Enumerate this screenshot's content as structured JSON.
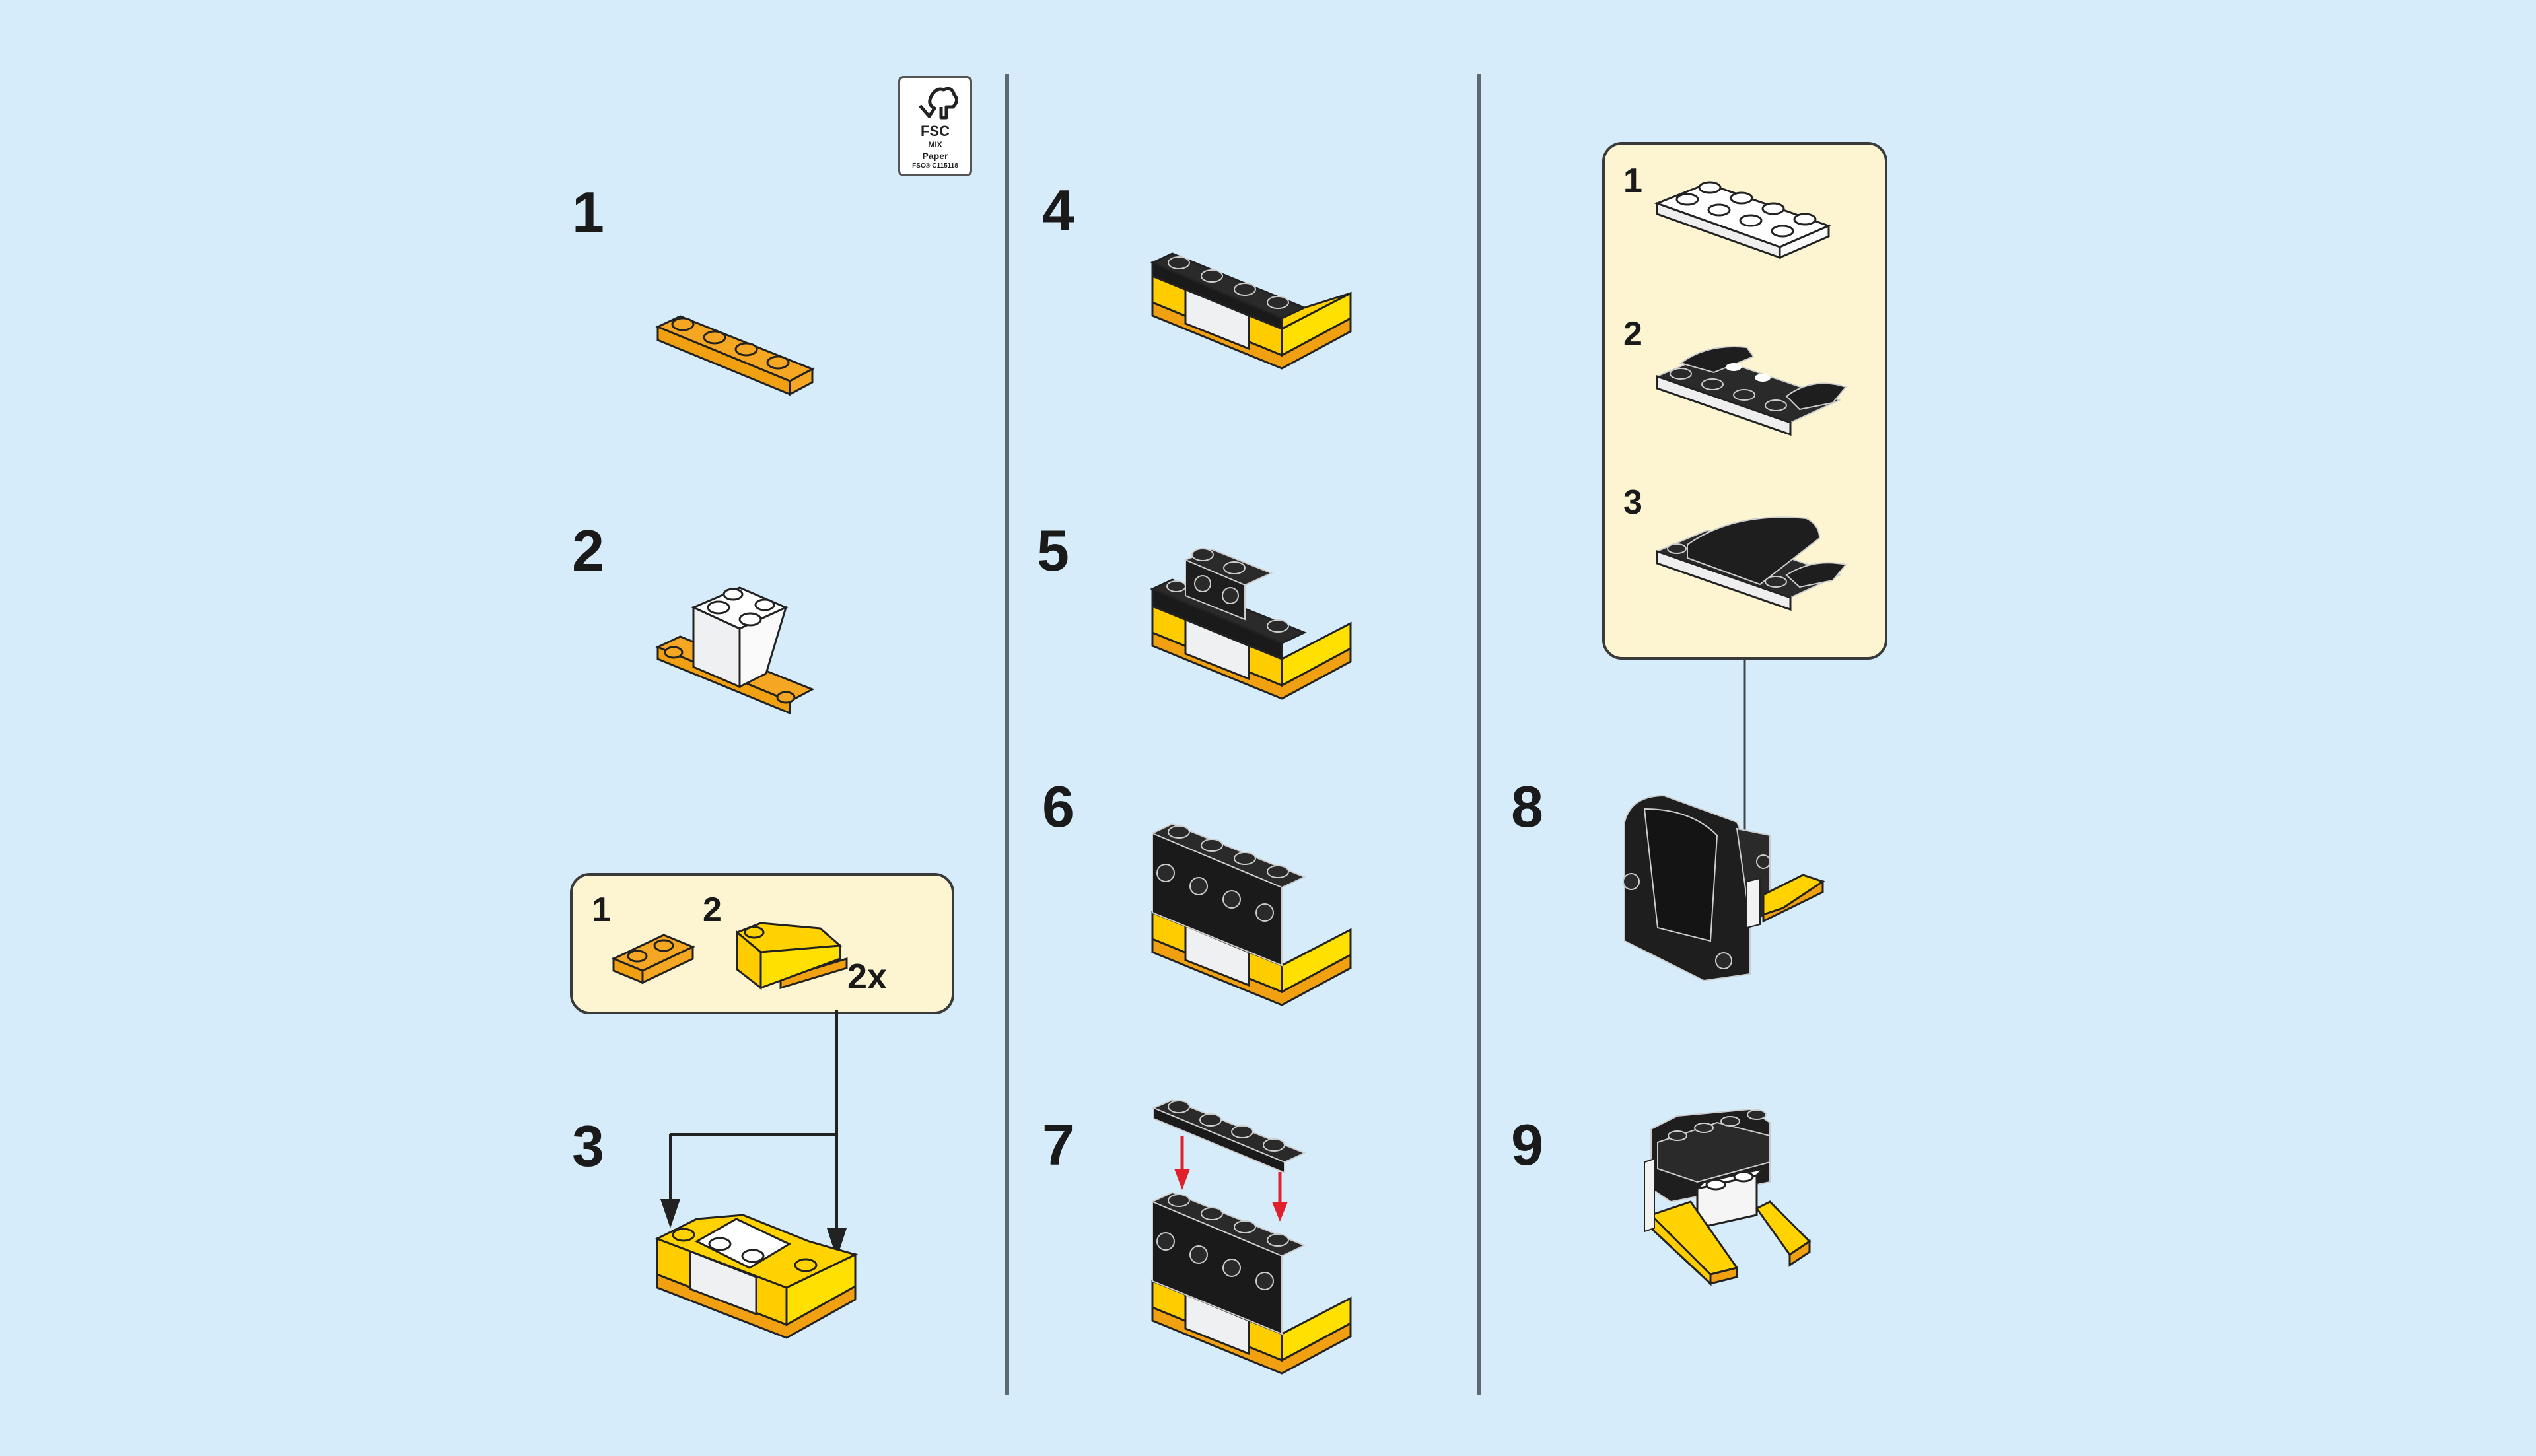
{
  "page": {
    "background_color": "#d6ecfa",
    "callout_color": "#fdf5d2",
    "divider_color": "#5d6870",
    "arrow_color_red": "#e0202a"
  },
  "fsc_logo": {
    "icon": "fsc-tree-checkmark-icon",
    "title": "FSC",
    "line1": "MIX",
    "line2": "Paper",
    "line3": "FSC® C115118"
  },
  "columns": [
    {
      "steps": [
        {
          "number": "1",
          "description": "orange 1x4 plate"
        },
        {
          "number": "2",
          "description": "white inverted slope 2x2 on orange plate"
        },
        {
          "number": "3",
          "description": "add wedge assemblies to both ends",
          "callout": {
            "substeps": [
              {
                "number": "1",
                "description": "orange 1x2 plate"
              },
              {
                "number": "2",
                "description": "yellow wedge on orange plate"
              }
            ],
            "multiplier": "2x"
          }
        }
      ]
    },
    {
      "steps": [
        {
          "number": "4",
          "description": "black 1x4 plate on top"
        },
        {
          "number": "5",
          "description": "black 1x2 brick with side studs"
        },
        {
          "number": "6",
          "description": "black bricks with side studs row"
        },
        {
          "number": "7",
          "description": "black 1x4 plate placed on top",
          "arrows": "red down arrows"
        }
      ]
    },
    {
      "steps": [
        {
          "number": "8",
          "description": "attach black curved wing assembly",
          "callout": {
            "substeps": [
              {
                "number": "1",
                "description": "white 2x4 plate"
              },
              {
                "number": "2",
                "description": "black curved slopes on white plate"
              },
              {
                "number": "3",
                "description": "black curved top added"
              }
            ]
          }
        },
        {
          "number": "9",
          "description": "completed penguin with yellow feet"
        }
      ]
    }
  ]
}
